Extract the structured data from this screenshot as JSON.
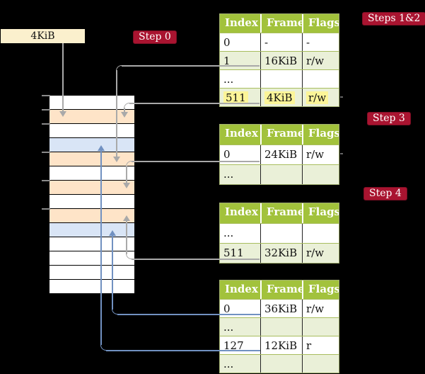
{
  "base_box": {
    "label": "4KiB"
  },
  "badges": {
    "step0": "Step 0",
    "steps12": "Steps 1&2",
    "step3": "Step 3",
    "step4": "Step 4"
  },
  "memory_stack": {
    "cells": [
      {
        "color": "white"
      },
      {
        "color": "peach"
      },
      {
        "color": "white"
      },
      {
        "color": "blue"
      },
      {
        "color": "peach"
      },
      {
        "color": "white"
      },
      {
        "color": "peach"
      },
      {
        "color": "white"
      },
      {
        "color": "peach"
      },
      {
        "color": "blue"
      },
      {
        "color": "white"
      },
      {
        "color": "white"
      },
      {
        "color": "white"
      },
      {
        "color": "white"
      }
    ]
  },
  "tables": {
    "t1": {
      "headers": [
        "Index",
        "Frame",
        "Flags"
      ],
      "rows": [
        [
          "0",
          "-",
          "-"
        ],
        [
          "1",
          "16KiB",
          "r/w"
        ],
        [
          "...",
          "",
          ""
        ],
        [
          "511",
          "4KiB",
          "r/w"
        ]
      ]
    },
    "t2": {
      "headers": [
        "Index",
        "Frame",
        "Flags"
      ],
      "rows": [
        [
          "0",
          "24KiB",
          "r/w"
        ],
        [
          "...",
          "",
          ""
        ]
      ]
    },
    "t3": {
      "headers": [
        "Index",
        "Frame",
        "Flags"
      ],
      "rows": [
        [
          "...",
          "",
          ""
        ],
        [
          "511",
          "32KiB",
          "r/w"
        ]
      ]
    },
    "t4": {
      "headers": [
        "Index",
        "Frame",
        "Flags"
      ],
      "rows": [
        [
          "0",
          "36KiB",
          "r/w"
        ],
        [
          "...",
          "",
          ""
        ],
        [
          "127",
          "12KiB",
          "r"
        ],
        [
          "...",
          "",
          ""
        ]
      ]
    }
  },
  "colors": {
    "table_header_green": "#a2c23c",
    "row_alt_green": "#eaf0d8",
    "highlight_yellow": "#fcf598",
    "badge_red": "#a91430",
    "frame_peach": "#fee4c8",
    "frame_blue": "#d9e5f6",
    "box_cream": "#fbf0cd",
    "arrow_gray": "#a9a9a9",
    "arrow_blue": "#7191c1"
  }
}
